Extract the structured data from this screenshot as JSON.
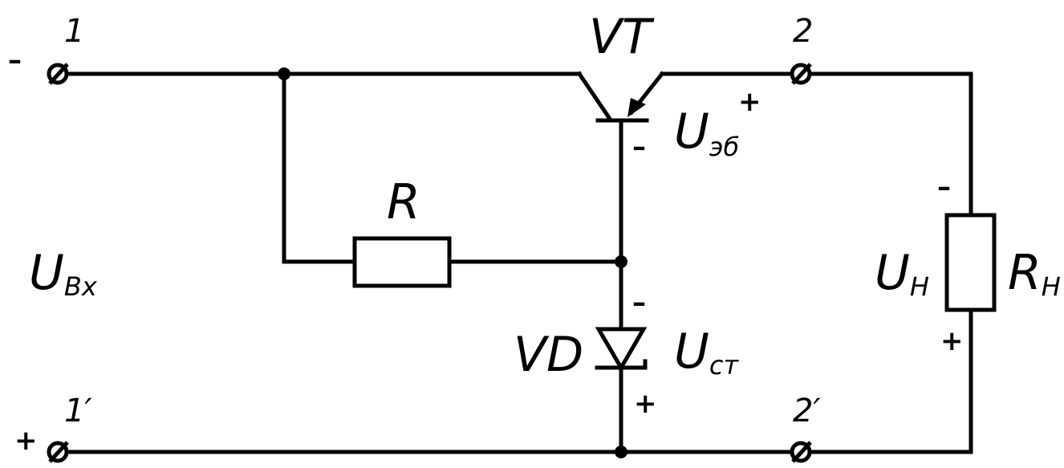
{
  "terminals": {
    "t1": "1",
    "t1p": "1′",
    "t2": "2",
    "t2p": "2′"
  },
  "components": {
    "transistor": "VT",
    "resistor": "R",
    "diode": "VD",
    "load": "R",
    "load_sub": "Н"
  },
  "voltages": {
    "input": "U",
    "input_sub": "Вх",
    "emitter_base": "U",
    "emitter_base_sub": "эб",
    "stabilization": "U",
    "stabilization_sub": "ст",
    "load": "U",
    "load_sub": "Н"
  },
  "polarity": {
    "minus": "–",
    "plus": "+"
  },
  "colors": {
    "ink": "#000000",
    "background": "#ffffff"
  }
}
